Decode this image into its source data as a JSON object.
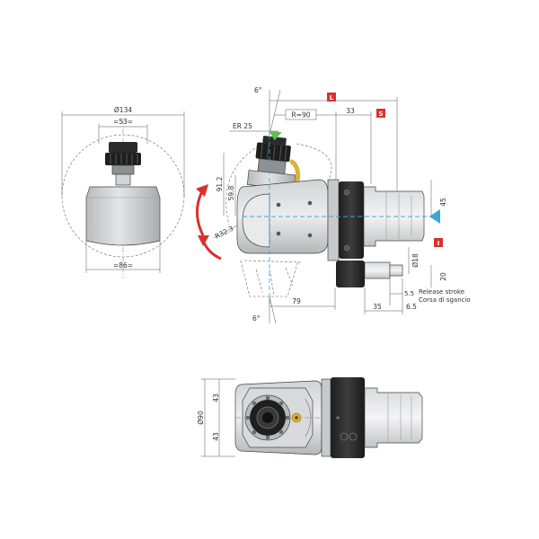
{
  "colors": {
    "accent_red": "#d9322e",
    "body_gray": "#c9cbce",
    "dark_block": "#2b2b2b",
    "green_tip": "#5ec04a",
    "brass": "#d8b23a",
    "axis_blue": "#3aa6d6"
  },
  "side_view": {
    "diameter_134": "Ø134",
    "width_53": "=53=",
    "width_86": "=86="
  },
  "main_view": {
    "angle_top": "6°",
    "angle_bottom": "6°",
    "label_L": "L",
    "label_S": "S",
    "label_I": "I",
    "r90": "R=90",
    "d33": "33",
    "er25": "ER 25",
    "d91_2": "91.2",
    "d59_8": "59.8",
    "r32_3": "R32.3",
    "d45": "45",
    "d18": "Ø18",
    "d20": "20",
    "d79": "79",
    "d5_5": "5.5",
    "d35": "35",
    "d6_5": "6.5",
    "release_en": "Release stroke",
    "release_it": "Corsa di sgancio"
  },
  "bottom_view": {
    "d90": "Ø90",
    "d43_top": "43",
    "d43_bottom": "43"
  }
}
